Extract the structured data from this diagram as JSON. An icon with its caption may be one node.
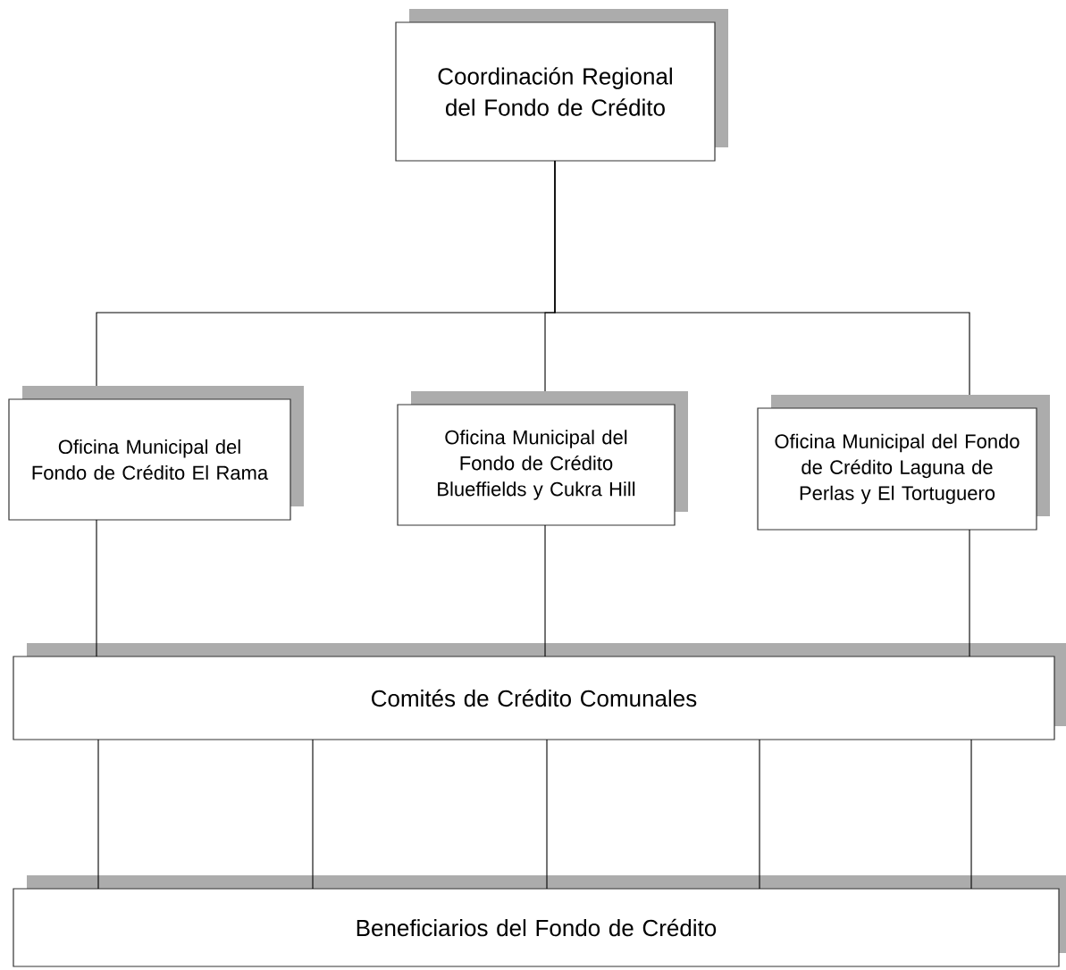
{
  "diagram": {
    "nodes": [
      {
        "text": [
          "Coordinación Regional del Fondo de Crédito"
        ]
      },
      {
        "text": [
          "Oficina Municipal del Fondo de Crédito El Rama"
        ]
      },
      {
        "text": [
          "Oficina Municipal del Fondo de Crédito Blueffields y Cukra Hill"
        ]
      },
      {
        "text": [
          "Oficina Municipal del Fondo de Crédito Laguna de Perlas y El Tortuguero"
        ]
      },
      {
        "text": [
          "Comités de Crédito Comunales"
        ]
      },
      {
        "text": [
          "Beneficiarios del Fondo de Crédito"
        ]
      }
    ],
    "edges": [
      {
        "from": 0,
        "to": 1,
        "arrow": "none"
      },
      {
        "from": 0,
        "to": 2,
        "arrow": "none"
      },
      {
        "from": 0,
        "to": 3,
        "arrow": "none"
      },
      {
        "from": 1,
        "to": 4,
        "arrow": "none"
      },
      {
        "from": 2,
        "to": 4,
        "arrow": "none"
      },
      {
        "from": 3,
        "to": 4,
        "arrow": "none"
      },
      {
        "from": 4,
        "to": 5,
        "arrow": "none"
      },
      {
        "from": 4,
        "to": 5,
        "arrow": "none"
      },
      {
        "from": 4,
        "to": 5,
        "arrow": "none"
      },
      {
        "from": 4,
        "to": 5,
        "arrow": "none"
      },
      {
        "from": 4,
        "to": 5,
        "arrow": "none"
      }
    ]
  }
}
